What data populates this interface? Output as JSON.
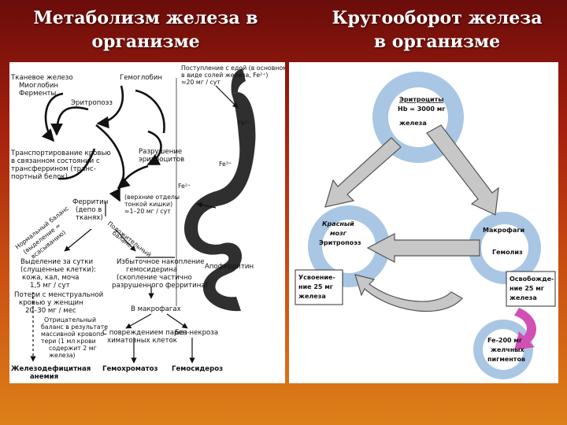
{
  "slide": {
    "title_left": [
      "Метаболизм железа в",
      "организме"
    ],
    "title_right": [
      "Кругооборот железа",
      "в организме"
    ]
  },
  "left_diagram": {
    "intake": [
      "Поступление с едой (в основном",
      "в виде солей железа, Fe²⁺)",
      "≈20 мг / сут"
    ],
    "tissue_iron": [
      "Тканевое железо",
      "Миоглобин",
      "Ферменты"
    ],
    "hemoglobin": "Гемоглобин",
    "erythropoiesis": "Эритропоэз",
    "transport": [
      "Транспортирование кровью",
      "в связанном состоянии с",
      "трансферрином (транс-",
      "портный белок)"
    ],
    "destruction": [
      "Разрушение",
      "эритроцитов"
    ],
    "ferritin": [
      "Ферритин",
      "(депо в",
      "тканях)"
    ],
    "absorption": [
      "(верхние отделы",
      "тонкой кишки)",
      "≈1–20 мг / сут"
    ],
    "fe2": "Fe²⁺",
    "fe3": "Fe³⁺",
    "normal_balance": [
      "Нормальный баланс",
      "(выделение =",
      "всасыванию)"
    ],
    "positive_balance": [
      "Положительный",
      "баланс"
    ],
    "excretion": [
      "Выделение за сутки",
      "(слущенные клетки):",
      "кожа, кал, моча",
      "1,5 мг / сут",
      "Потери с менструальной",
      "кровью у женщин",
      "20–30 мг / мес"
    ],
    "excess": [
      "Избыточное накопление",
      "гемосидерина",
      "(скопление частично",
      "разрушенного ферритина)"
    ],
    "apoferritin": "Апоферритин",
    "negative_balance": [
      "Отрицательный",
      "баланс в результате",
      "массивной кровопо-",
      "тери (1 мл крови",
      "содержит 2 мг",
      "железа)"
    ],
    "in_macrophages": "В макрофагах",
    "with_damage": [
      "С повреждением парен-",
      "химатозных клеток"
    ],
    "no_damage": "Без некроза",
    "iron_deficiency": [
      "Железодефицитная",
      "анемия"
    ],
    "hemochromatosis": "Гемохроматоз",
    "hemosiderosis": "Гемосидероз"
  },
  "right_diagram": {
    "node_erythrocytes": [
      "Эритроциты",
      "Hb = 3000 мг",
      "железа"
    ],
    "node_bone_marrow": [
      "Красный",
      "мозг",
      "Эритропоэз"
    ],
    "node_macrophage": [
      "Макрофаги",
      "Гемолиз"
    ],
    "absorption": [
      "Усвоение-",
      "ние 25 мг",
      "железа"
    ],
    "release": [
      "Освобожде-",
      "ние 25 мг",
      "железа"
    ],
    "bile_pigments": [
      "Fe-200 мг",
      "желчных",
      "пигментов"
    ]
  },
  "colors": {
    "ring": "#a9c6e4",
    "ring_inner": "#ffffff",
    "arrow": "#c7c7c7",
    "arrow_stroke": "#555555",
    "magenta_arrow": "#d24fb4",
    "stomach": "#2f2f2f"
  }
}
